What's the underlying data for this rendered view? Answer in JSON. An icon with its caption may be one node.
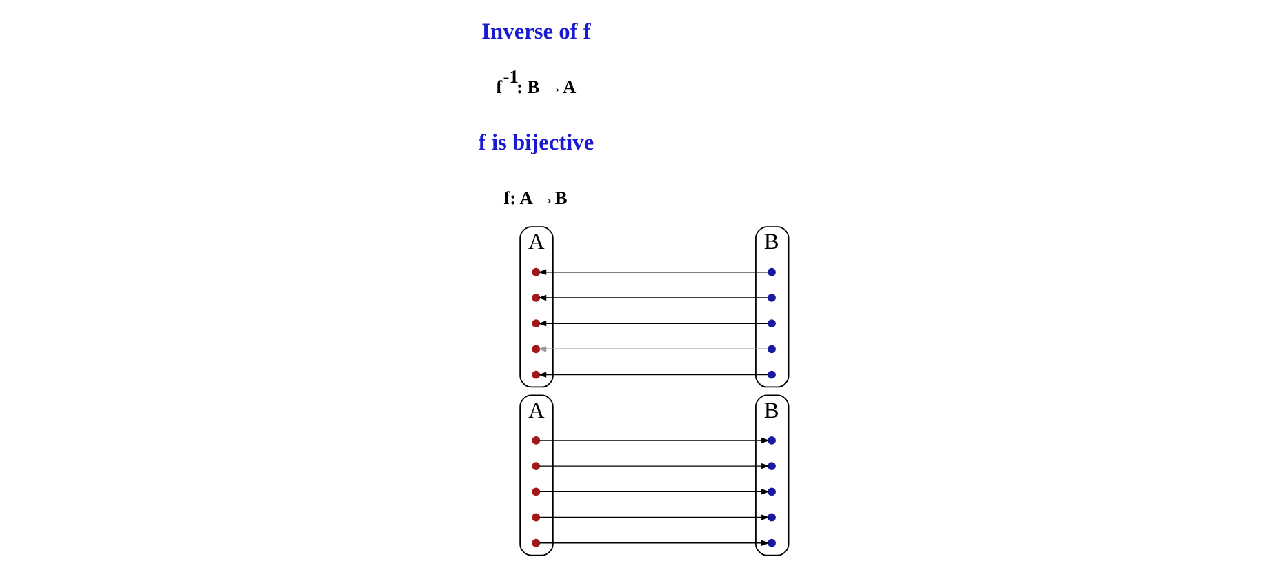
{
  "diagram": {
    "nodes": [
      {
        "text": [
          "A"
        ]
      },
      {
        "text": [],
        "shape": "circle",
        "in": 0
      },
      {
        "text": [],
        "shape": "circle",
        "in": 0
      },
      {
        "text": [],
        "shape": "circle",
        "in": 0
      },
      {
        "text": [],
        "shape": "circle",
        "in": 0
      },
      {
        "text": [],
        "shape": "circle",
        "in": 0
      },
      {
        "text": [
          "B"
        ]
      },
      {
        "text": [],
        "shape": "circle",
        "in": 6
      },
      {
        "text": [],
        "shape": "circle",
        "in": 6
      },
      {
        "text": [],
        "shape": "circle",
        "in": 6
      },
      {
        "text": [],
        "shape": "circle",
        "in": 6
      },
      {
        "text": [],
        "shape": "circle",
        "in": 6
      },
      {
        "text": [
          "A"
        ]
      },
      {
        "text": [],
        "shape": "circle",
        "in": 12
      },
      {
        "text": [],
        "shape": "circle",
        "in": 12
      },
      {
        "text": [],
        "shape": "circle",
        "in": 12
      },
      {
        "text": [],
        "shape": "circle",
        "in": 12
      },
      {
        "text": [],
        "shape": "circle",
        "in": 12
      },
      {
        "text": [
          "B"
        ]
      },
      {
        "text": [],
        "shape": "circle",
        "in": 18
      },
      {
        "text": [],
        "shape": "circle",
        "in": 18
      },
      {
        "text": [],
        "shape": "circle",
        "in": 18
      },
      {
        "text": [],
        "shape": "circle",
        "in": 18
      },
      {
        "text": [],
        "shape": "circle",
        "in": 18
      }
    ],
    "edges": [
      {
        "from": 1,
        "to": 7,
        "arrow": "to"
      },
      {
        "from": 2,
        "to": 8,
        "arrow": "to"
      },
      {
        "from": 3,
        "to": 9,
        "arrow": "to"
      },
      {
        "from": 4,
        "to": 10,
        "arrow": "to"
      },
      {
        "from": 5,
        "to": 11,
        "arrow": "to"
      },
      {
        "from": 19,
        "to": 13,
        "arrow": "to"
      },
      {
        "from": 20,
        "to": 14,
        "arrow": "to"
      },
      {
        "from": 21,
        "to": 15,
        "arrow": "to"
      },
      {
        "from": 22,
        "to": 16,
        "arrow": "to",
        "color": "#999999"
      },
      {
        "from": 23,
        "to": 17,
        "arrow": "to"
      }
    ],
    "labels": [
      "f: A →B",
      "f is bijective",
      "f$^{-1}$: B →A",
      "Inverse of f"
    ]
  }
}
